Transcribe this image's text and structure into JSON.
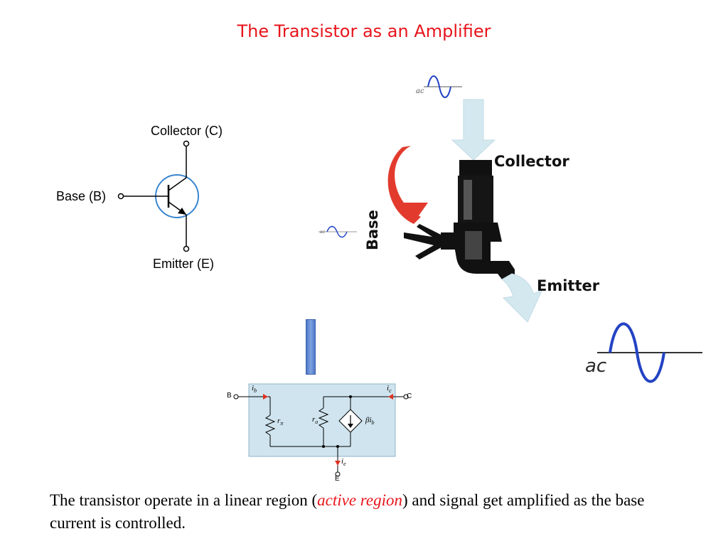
{
  "title": "The Transistor as an Amplifier",
  "symbol": {
    "collector_label": "Collector (C)",
    "base_label": "Base (B)",
    "emitter_label": "Emitter (E)"
  },
  "faucet": {
    "collector_label": "Collector",
    "base_label": "Base",
    "emitter_label": "Emitter",
    "ac_label": "ac"
  },
  "circuit": {
    "node_b": "B",
    "node_c": "C",
    "node_e": "E",
    "ib": "i",
    "ib_sub": "b",
    "ic": "i",
    "ic_sub": "c",
    "ie": "i",
    "ie_sub": "e",
    "r_pi": "r",
    "r_pi_sub": "π",
    "r_o": "r",
    "r_o_sub": "o",
    "source_coef": "β",
    "source_var": "i",
    "source_sub": "b"
  },
  "caption": {
    "before": "The transistor operate in a linear region (",
    "emph": "active region",
    "after": ") and signal get amplified as the base current is controlled."
  },
  "colors": {
    "title": "#e8141c",
    "symbol_circle": "#3a86d0",
    "wave": "#2343c4",
    "faucet_arrow_red": "#e23b2e",
    "faucet_arrow_light": "#d4e8f0",
    "circuit_bg": "#cfe4ee",
    "current_arrow": "#e03020"
  }
}
